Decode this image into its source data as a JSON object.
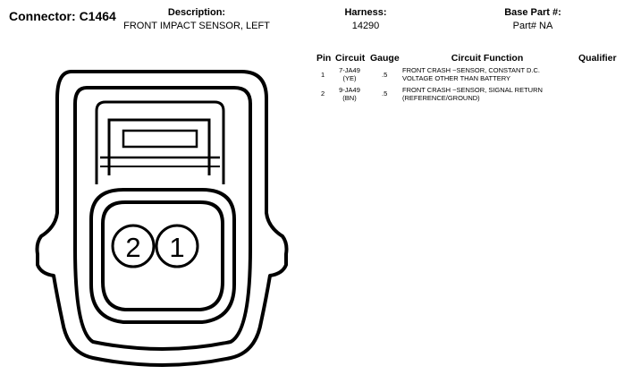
{
  "header": {
    "connector_label": "Connector:",
    "connector_id": "C1464",
    "description_label": "Description:",
    "description_value": "FRONT IMPACT SENSOR, LEFT",
    "harness_label": "Harness:",
    "harness_value": "14290",
    "base_part_label": "Base Part #:",
    "base_part_value": "Part# NA"
  },
  "table": {
    "columns": [
      "Pin",
      "Circuit",
      "Gauge",
      "Circuit Function",
      "Qualifier"
    ],
    "rows": [
      {
        "pin": "1",
        "circuit_line1": "7-JA49",
        "circuit_line2": "(YE)",
        "gauge": ".5",
        "function_line1": "FRONT CRASH ~SENSOR, CONSTANT D.C.",
        "function_line2": "VOLTAGE OTHER THAN BATTERY",
        "qualifier": ""
      },
      {
        "pin": "2",
        "circuit_line1": "9-JA49",
        "circuit_line2": "(BN)",
        "gauge": ".5",
        "function_line1": "FRONT CRASH ~SENSOR, SIGNAL RETURN",
        "function_line2": "(REFERENCE/GROUND)",
        "qualifier": ""
      }
    ]
  },
  "diagram": {
    "pin_labels": [
      "2",
      "1"
    ]
  }
}
